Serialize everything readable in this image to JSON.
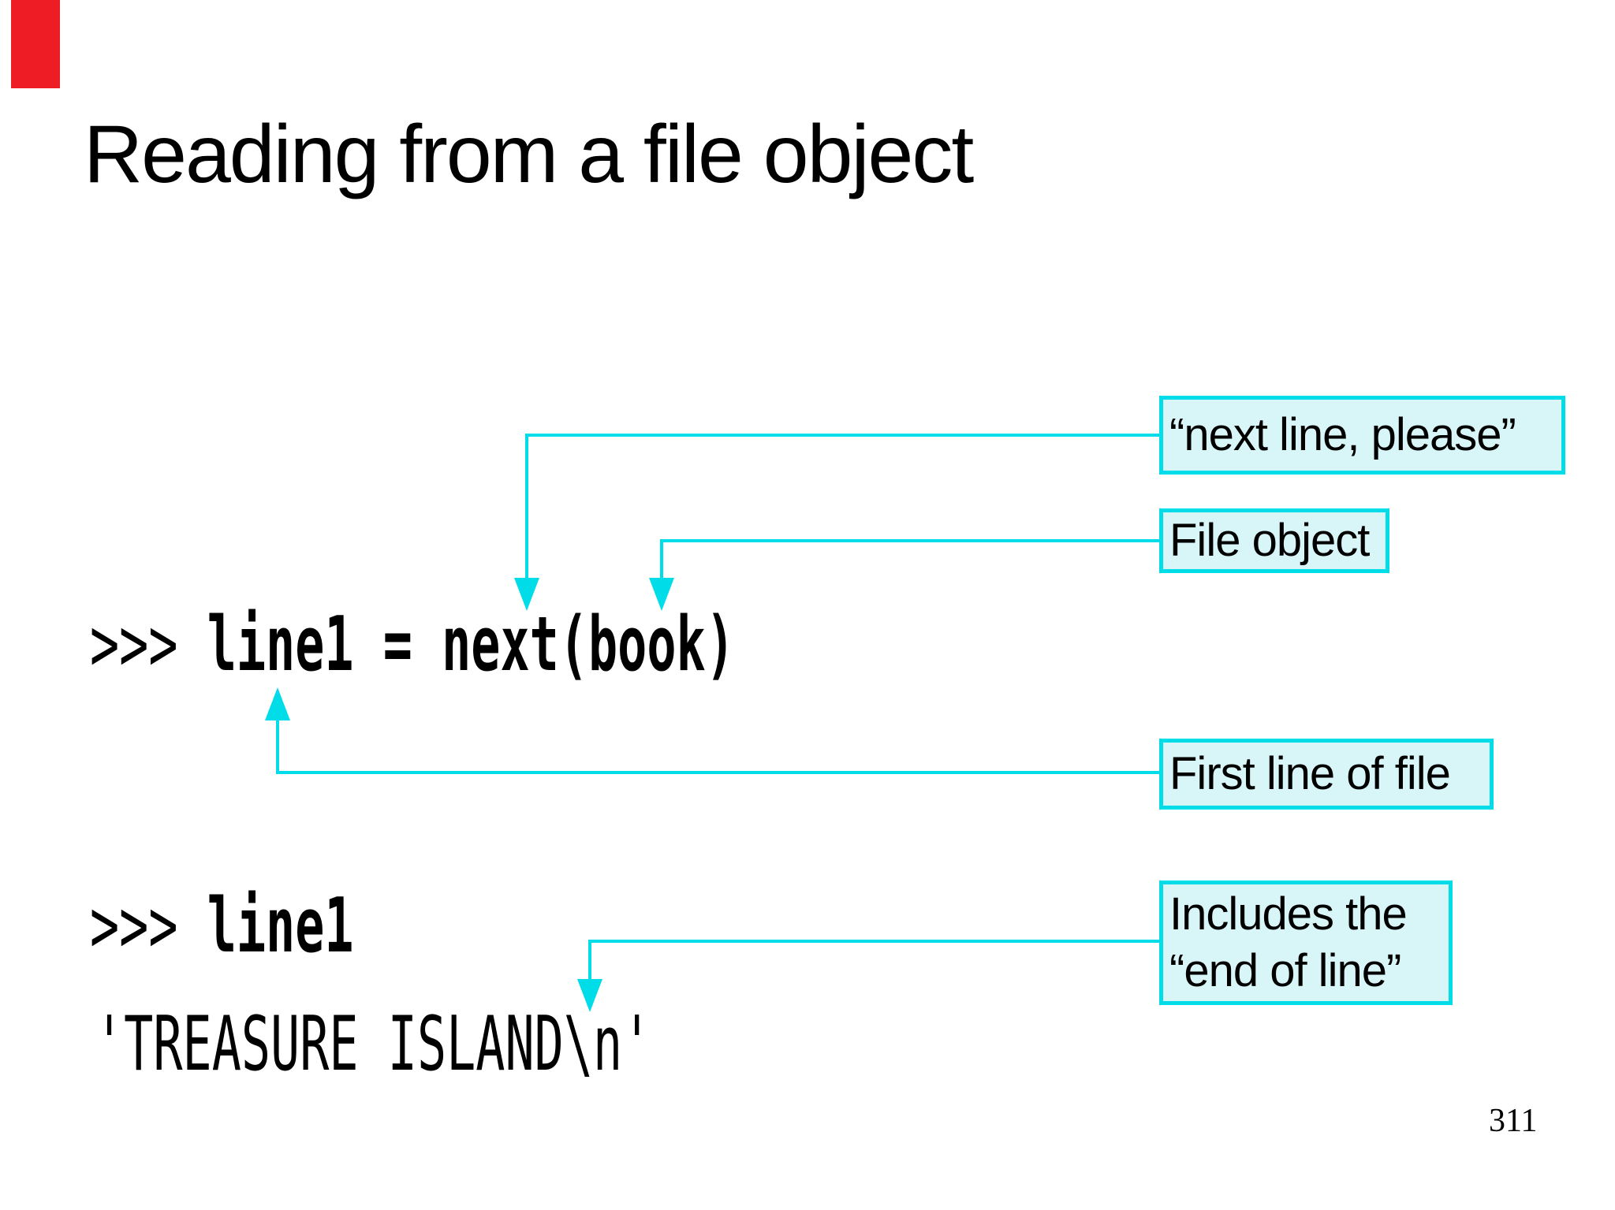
{
  "slide": {
    "title": "Reading from a file object",
    "page_number": "311"
  },
  "colors": {
    "accent_cyan": "#00dde8",
    "callout_fill": "#d8f5f8",
    "red_marker": "#ee1c25",
    "text": "#000000",
    "background": "#ffffff"
  },
  "code": {
    "line1": {
      "prompt": ">>> ",
      "command": "line1 = next(book)"
    },
    "line2": {
      "prompt": ">>> ",
      "command": "line1"
    },
    "output": "'TREASURE ISLAND\\n'"
  },
  "callouts": {
    "next_line": {
      "label": "“next line, please”"
    },
    "file_object": {
      "label": "File object"
    },
    "first_line": {
      "label": "First line of file"
    },
    "end_of_line": {
      "lines": [
        "Includes the",
        "“end of line”"
      ]
    }
  }
}
